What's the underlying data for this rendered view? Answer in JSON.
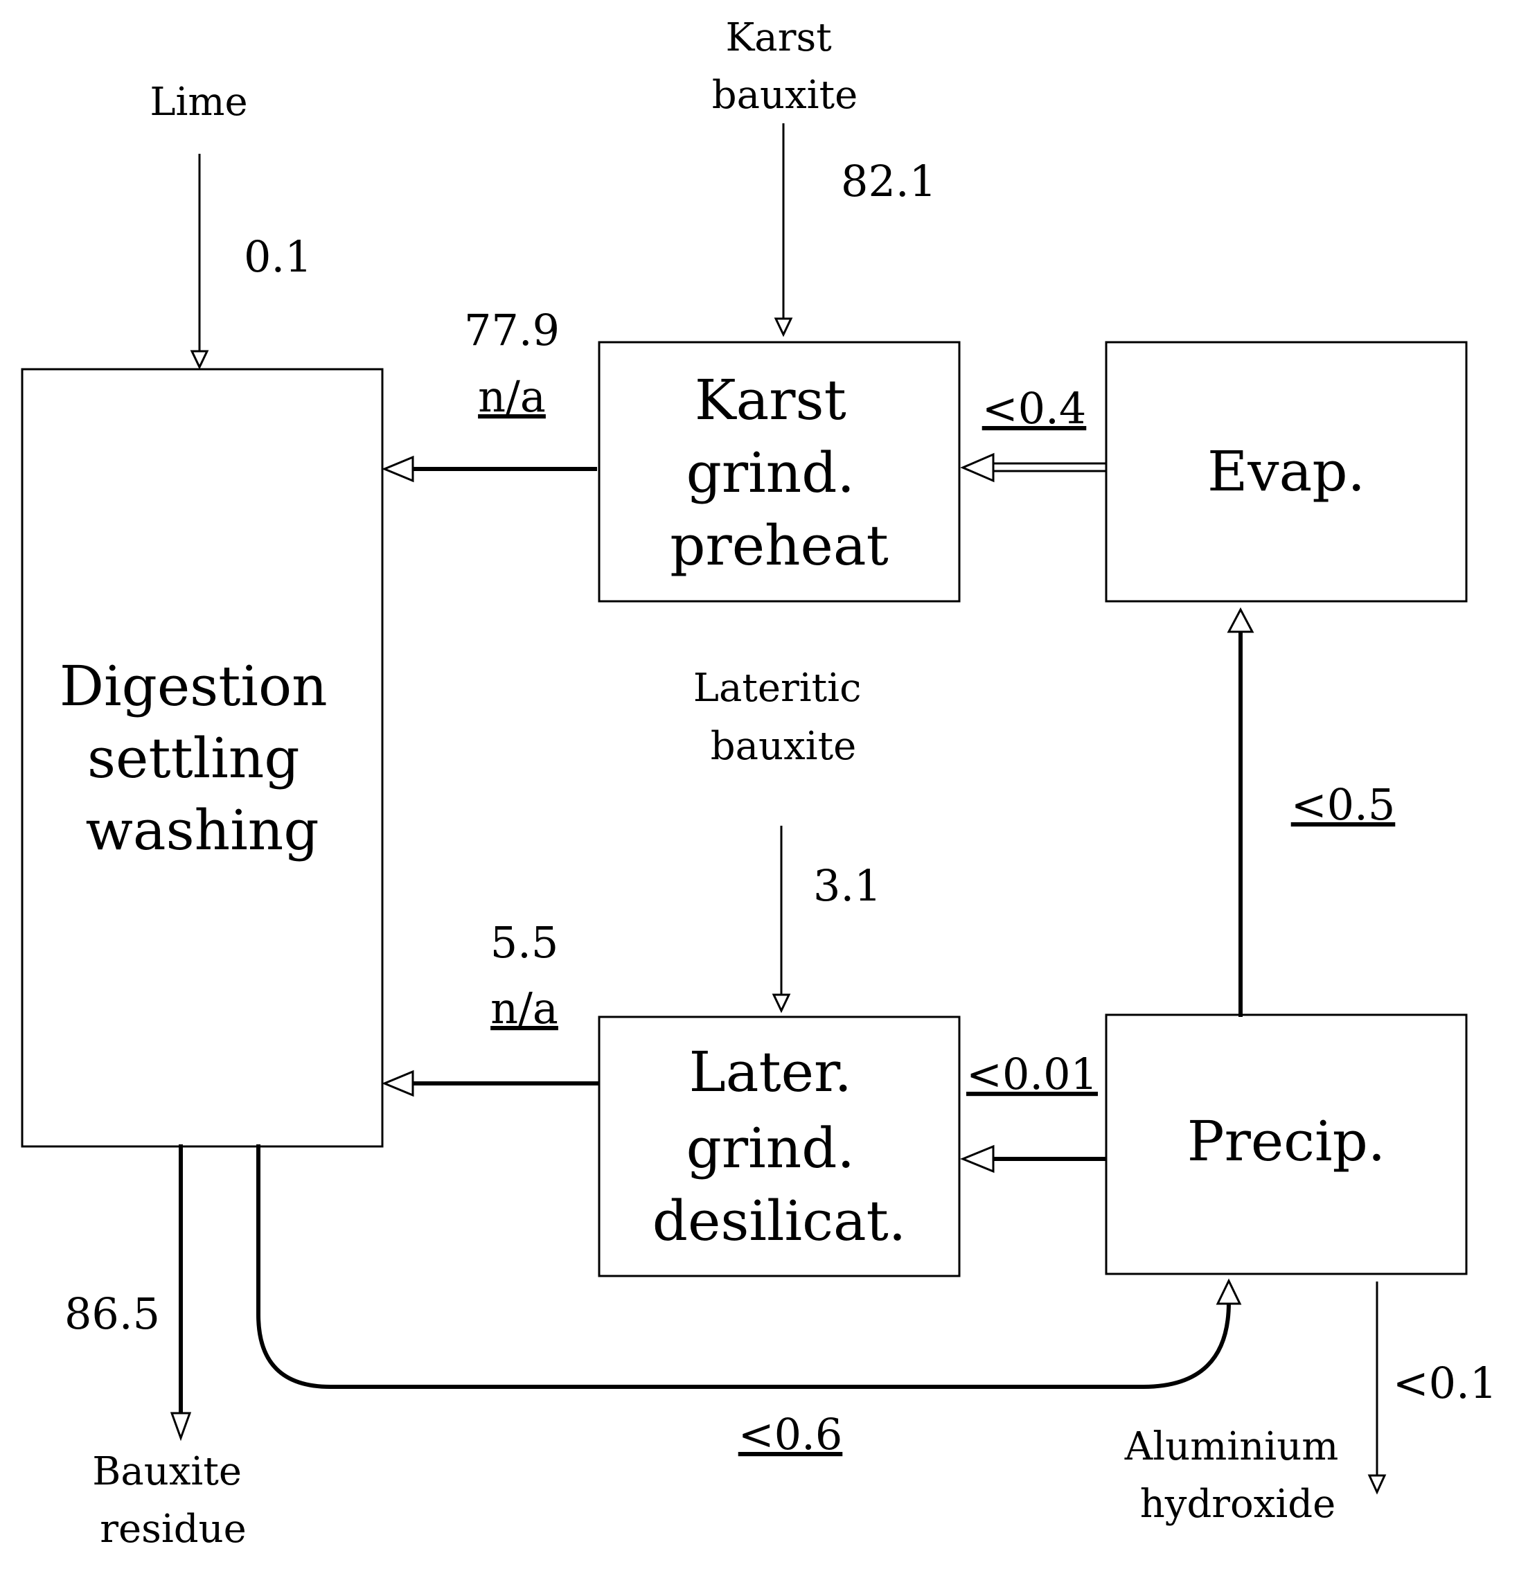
{
  "nodes": {
    "digestion": [
      "Digestion",
      "settling",
      "washing"
    ],
    "karst_grind": [
      "Karst",
      "grind.",
      "preheat"
    ],
    "evap": [
      "Evap."
    ],
    "later_grind": [
      "Later.",
      "grind.",
      "desilicat."
    ],
    "precip": [
      "Precip."
    ]
  },
  "inputs": {
    "lime": [
      "Lime"
    ],
    "karst_bauxite": [
      "Karst",
      "bauxite"
    ],
    "lateritic_bauxite": [
      "Lateritic",
      "bauxite"
    ]
  },
  "outputs": {
    "bauxite_residue": [
      "Bauxite",
      "residue"
    ],
    "aluminium_hydroxide": [
      "Aluminium",
      "hydroxide"
    ]
  },
  "flows": {
    "lime_to_digestion": "0.1",
    "karst_bauxite_in": "82.1",
    "karst_to_digestion_top": "77.9",
    "karst_to_digestion_bottom": "n/a",
    "evap_to_karst": "<0.4",
    "lateritic_in": "3.1",
    "later_to_digestion_top": "5.5",
    "later_to_digestion_bottom": "n/a",
    "precip_to_later": "<0.01",
    "precip_to_evap": "<0.5",
    "digestion_to_residue": "86.5",
    "digestion_to_precip": "<0.6",
    "precip_to_hydroxide": "<0.1"
  }
}
